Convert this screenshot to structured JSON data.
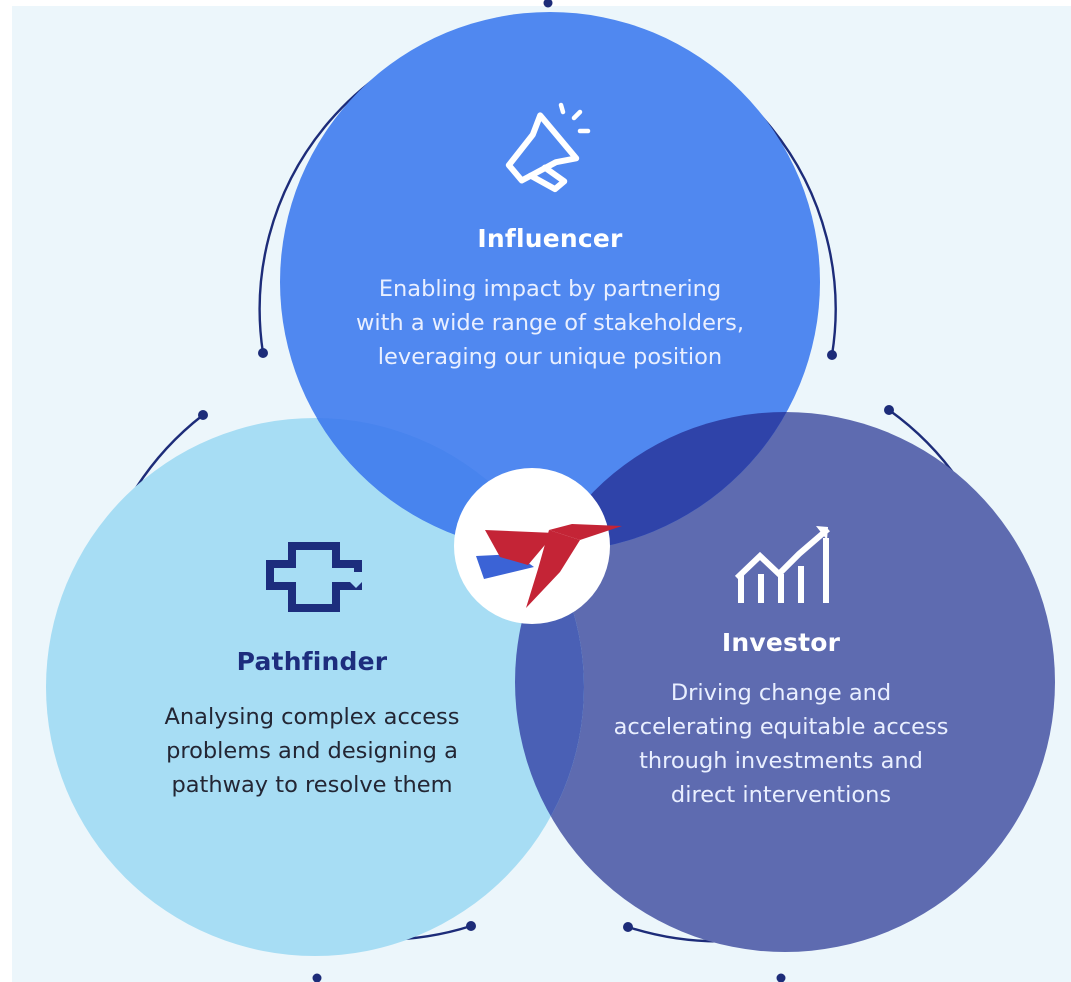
{
  "diagram": {
    "center_logo": "bird-logo",
    "colors": {
      "background": "#ecf6fb",
      "influencer": "#5088f0",
      "pathfinder": "#a7ddf4",
      "investor": "#5e6bb0",
      "overlap_influencer_pathfinder": "#4884ee",
      "overlap_influencer_investor": "#2f43a9",
      "overlap_pathfinder_investor": "#4a60b5",
      "outer_arcs": "#1d2c79",
      "logo_red": "#c42436",
      "logo_blue": "#3b63d6"
    },
    "influencer": {
      "icon": "megaphone-icon",
      "title": "Influencer",
      "description": [
        "Enabling impact by partnering",
        "with a wide range of stakeholders,",
        "leveraging our unique position"
      ]
    },
    "pathfinder": {
      "icon": "medical-cross-icon",
      "title": "Pathfinder",
      "description": [
        "Analysing complex access",
        "problems and designing a",
        "pathway to resolve them"
      ]
    },
    "investor": {
      "icon": "growth-chart-icon",
      "title": "Investor",
      "description": [
        "Driving change and",
        "accelerating equitable access",
        "through investments and",
        "direct interventions"
      ]
    }
  }
}
